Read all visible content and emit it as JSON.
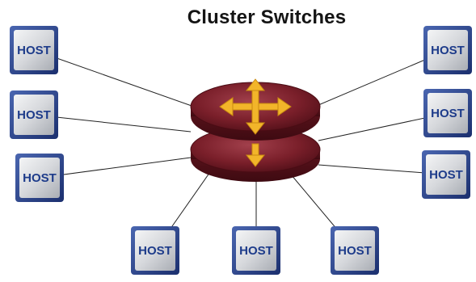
{
  "diagram": {
    "title": "Cluster Switches",
    "switch": {
      "name": "cluster-switch",
      "color": "#7a1f2a",
      "arrow_color": "#f2b52a"
    },
    "host_label": "HOST",
    "hosts": [
      {
        "id": "host-left-1",
        "label": "HOST"
      },
      {
        "id": "host-left-2",
        "label": "HOST"
      },
      {
        "id": "host-left-3",
        "label": "HOST"
      },
      {
        "id": "host-right-1",
        "label": "HOST"
      },
      {
        "id": "host-right-2",
        "label": "HOST"
      },
      {
        "id": "host-right-3",
        "label": "HOST"
      },
      {
        "id": "host-bottom-1",
        "label": "HOST"
      },
      {
        "id": "host-bottom-2",
        "label": "HOST"
      },
      {
        "id": "host-bottom-3",
        "label": "HOST"
      }
    ],
    "colors": {
      "host_frame": "#27408b",
      "host_face": "#d9dadc",
      "host_text": "#1d3b8a",
      "link": "#222222"
    }
  }
}
